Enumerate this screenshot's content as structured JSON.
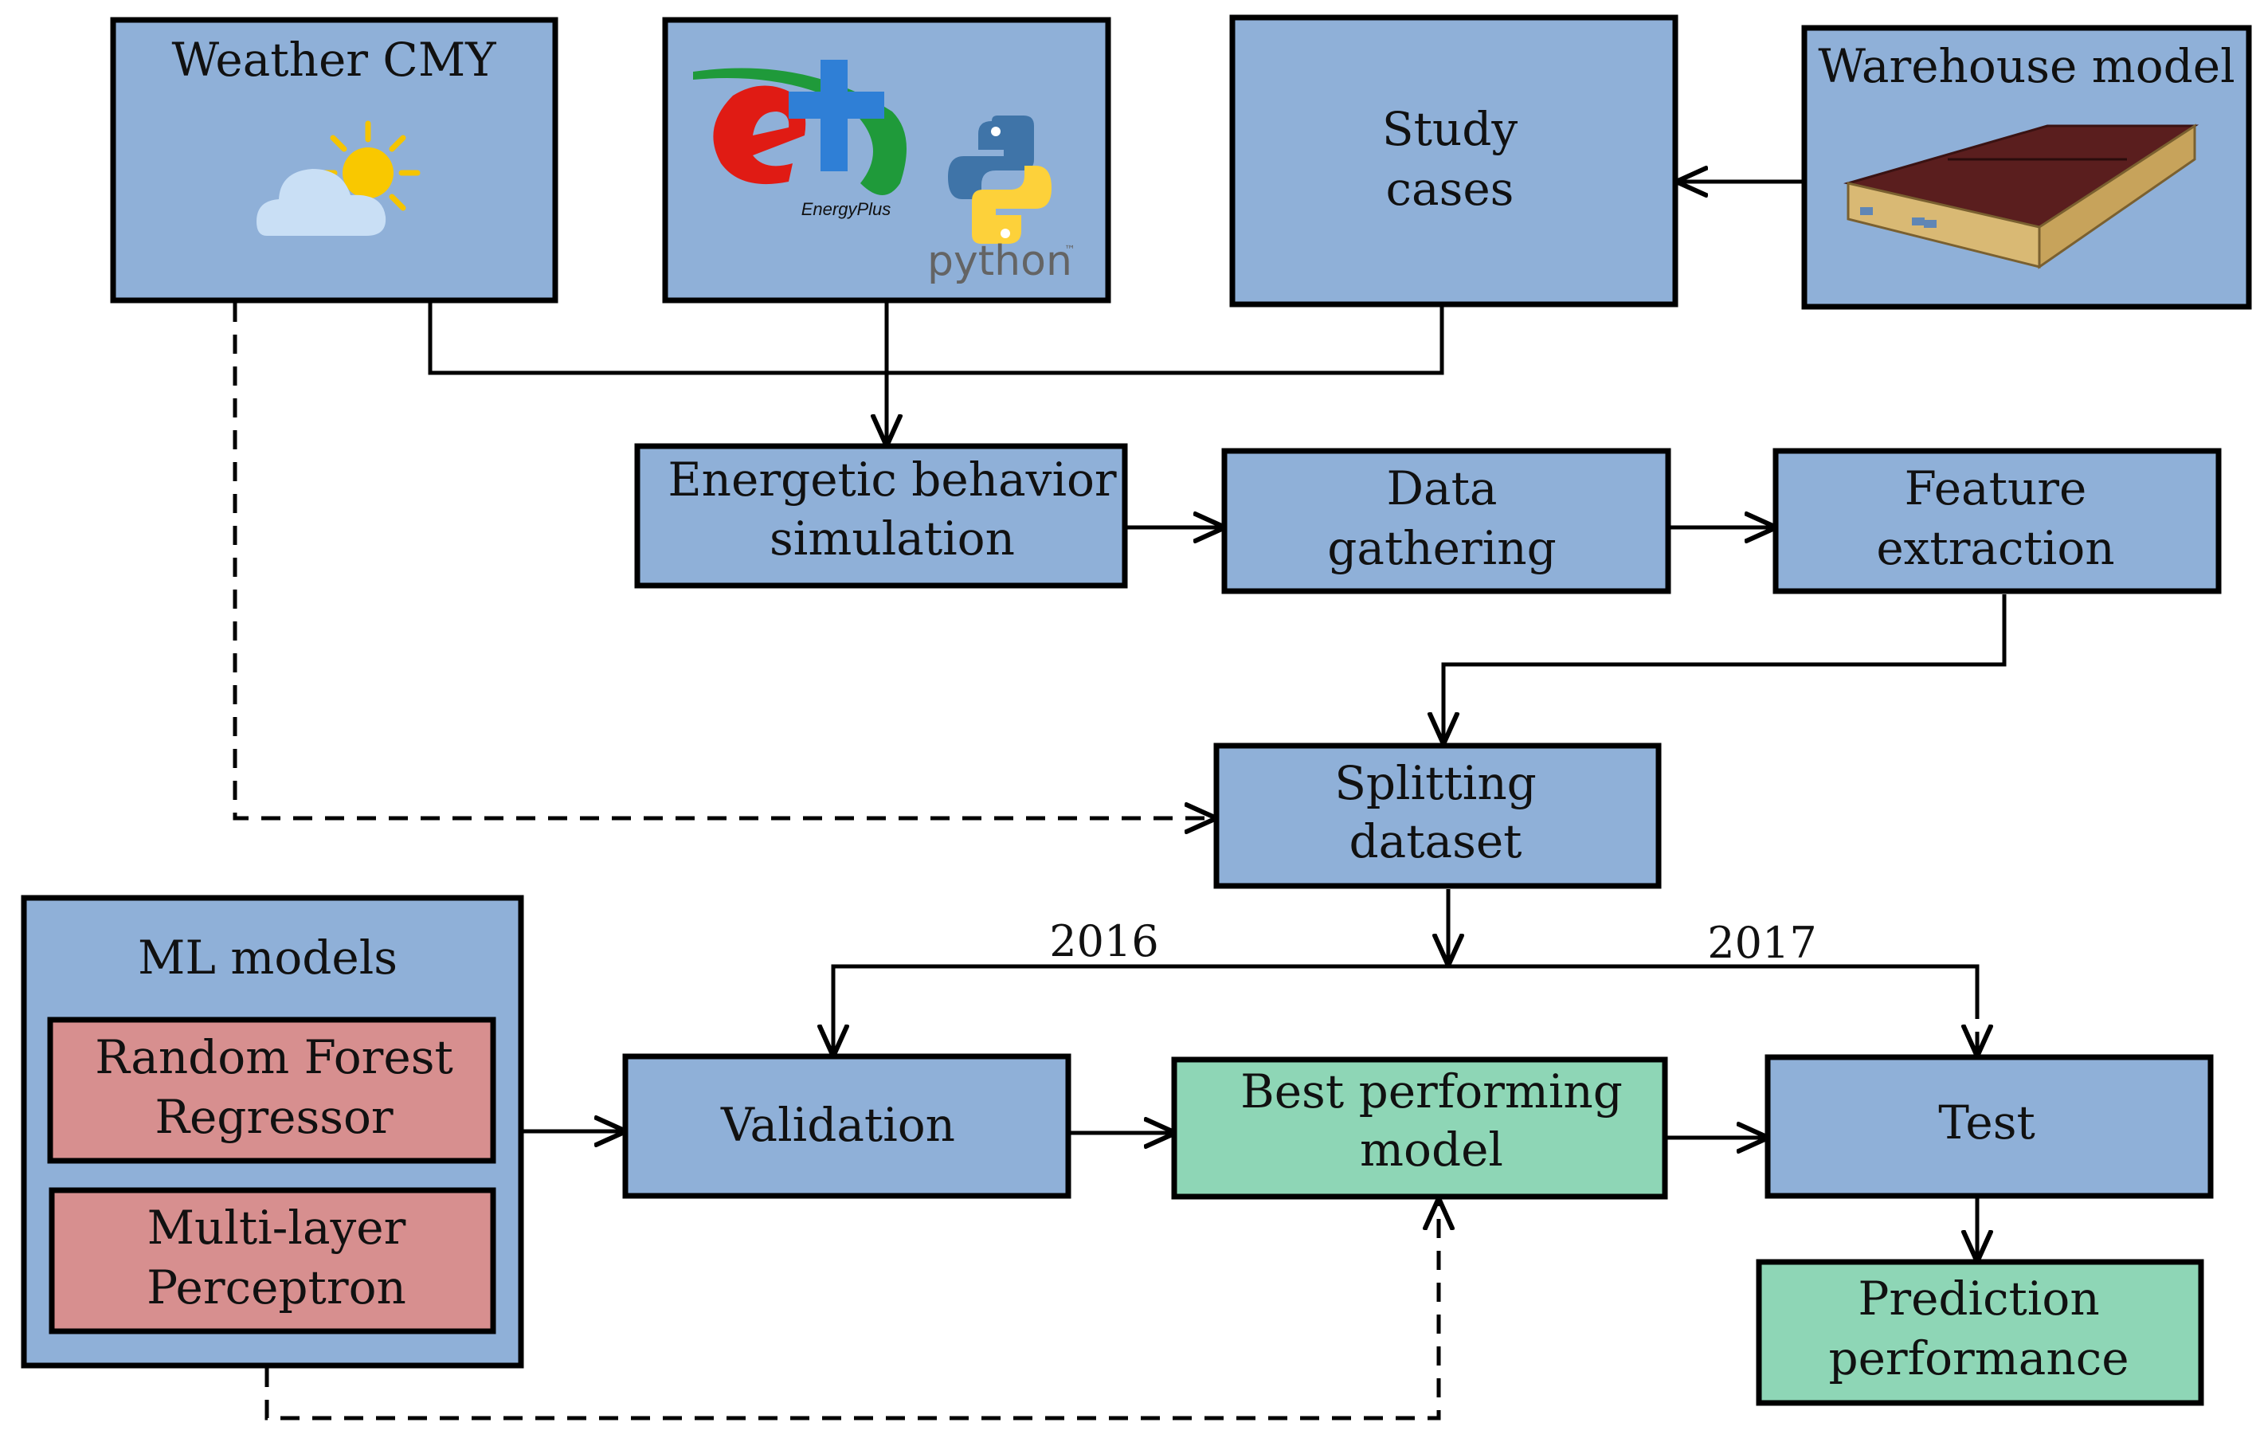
{
  "colors": {
    "blue_box": "#8fb0d8",
    "red_box": "#d78f8f",
    "green_box": "#8ed6b6",
    "border": "#000000"
  },
  "nodes": {
    "weather": {
      "label": "Weather CMY"
    },
    "software": {
      "energyplus_caption": "EnergyPlus",
      "python_caption": "python",
      "python_tm": "™"
    },
    "study_cases": {
      "line1": "Study",
      "line2": "cases"
    },
    "warehouse": {
      "label": "Warehouse model"
    },
    "energetic": {
      "line1": "Energetic behavior",
      "line2": "simulation"
    },
    "data_gathering": {
      "line1": "Data",
      "line2": "gathering"
    },
    "feature_extraction": {
      "line1": "Feature",
      "line2": "extraction"
    },
    "splitting": {
      "line1": "Splitting",
      "line2": "dataset"
    },
    "ml_models": {
      "label": "ML models",
      "rf_line1": "Random Forest",
      "rf_line2": "Regressor",
      "mlp_line1": "Multi-layer",
      "mlp_line2": "Perceptron"
    },
    "validation": {
      "label": "Validation"
    },
    "best_model": {
      "line1": "Best performing",
      "line2": "model"
    },
    "test": {
      "label": "Test"
    },
    "prediction": {
      "line1": "Prediction",
      "line2": "performance"
    }
  },
  "edge_labels": {
    "year_validation": "2016",
    "year_test": "2017"
  },
  "icons": [
    "sun-cloud-icon",
    "energyplus-logo",
    "python-logo",
    "warehouse-3d-model"
  ]
}
